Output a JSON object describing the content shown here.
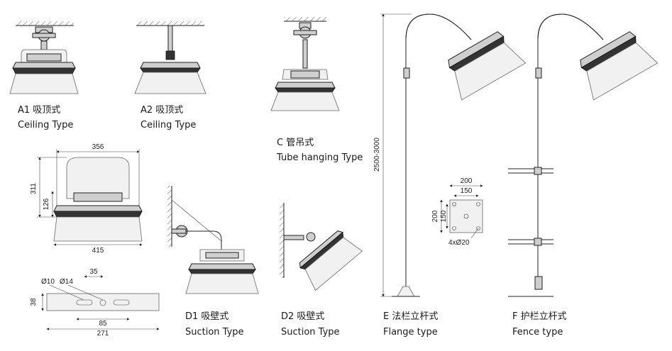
{
  "captions": {
    "a1": {
      "cn": "A1 吸顶式",
      "en": "Ceiling Type"
    },
    "a2": {
      "cn": "A2 吸顶式",
      "en": "Ceiling Type"
    },
    "c": {
      "cn": "C 管吊式",
      "en": "Tube hanging Type"
    },
    "d1": {
      "cn": "D1 吸壁式",
      "en": "Suction Type"
    },
    "d2": {
      "cn": "D2 吸壁式",
      "en": "Suction Type"
    },
    "e": {
      "cn": "E 法栏立杆式",
      "en": "Flange type"
    },
    "f": {
      "cn": "F 护栏立杆式",
      "en": "Fence type"
    }
  },
  "dimensions": {
    "lamp": {
      "width_top": "356",
      "height_total": "311",
      "height_body": "126",
      "width_bottom": "415"
    },
    "bracket": {
      "hole_small": "Ø10",
      "hole_large": "Ø14",
      "spacing_top": "35",
      "height": "38",
      "spacing_mid": "85",
      "length": "271"
    },
    "pole": {
      "height": "2500-3000"
    },
    "flange": {
      "outer": "200",
      "inner": "150",
      "outer_v": "200",
      "inner_v": "150",
      "holes": "4xØ20"
    }
  }
}
